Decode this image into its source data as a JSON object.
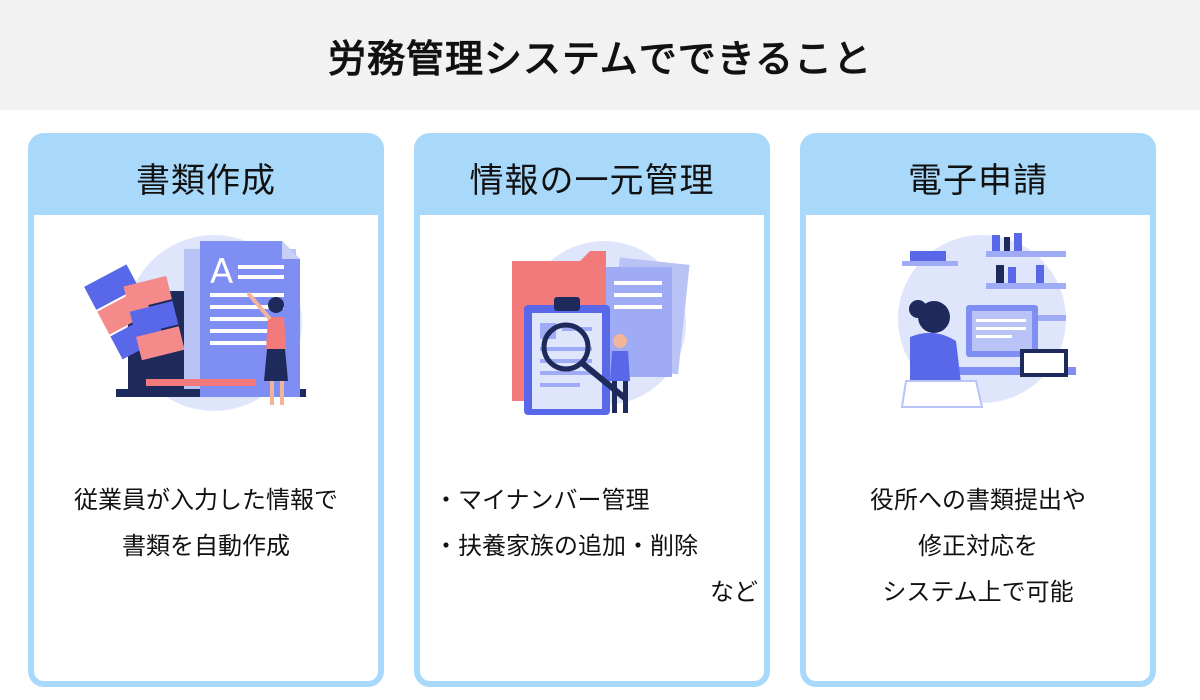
{
  "title": "労務管理システムでできること",
  "cards": [
    {
      "heading": "書類作成",
      "illustration": "document-creation-illustration",
      "lines": [
        "従業員が入力した情報で",
        "書類を自動作成"
      ]
    },
    {
      "heading": "情報の一元管理",
      "illustration": "data-management-illustration",
      "items": [
        "・マイナンバー管理",
        "・扶養家族の追加・削除"
      ],
      "tail": "など"
    },
    {
      "heading": "電子申請",
      "illustration": "online-application-illustration",
      "lines": [
        "役所への書類提出や",
        "修正対応を",
        "システム上で可能"
      ]
    }
  ],
  "colors": {
    "header_bg": "#f2f2f2",
    "card_accent": "#a8d9fb",
    "illustration_blue": "#6c7cf0",
    "illustration_coral": "#f27a7a",
    "illustration_light": "#dfe5fb"
  }
}
